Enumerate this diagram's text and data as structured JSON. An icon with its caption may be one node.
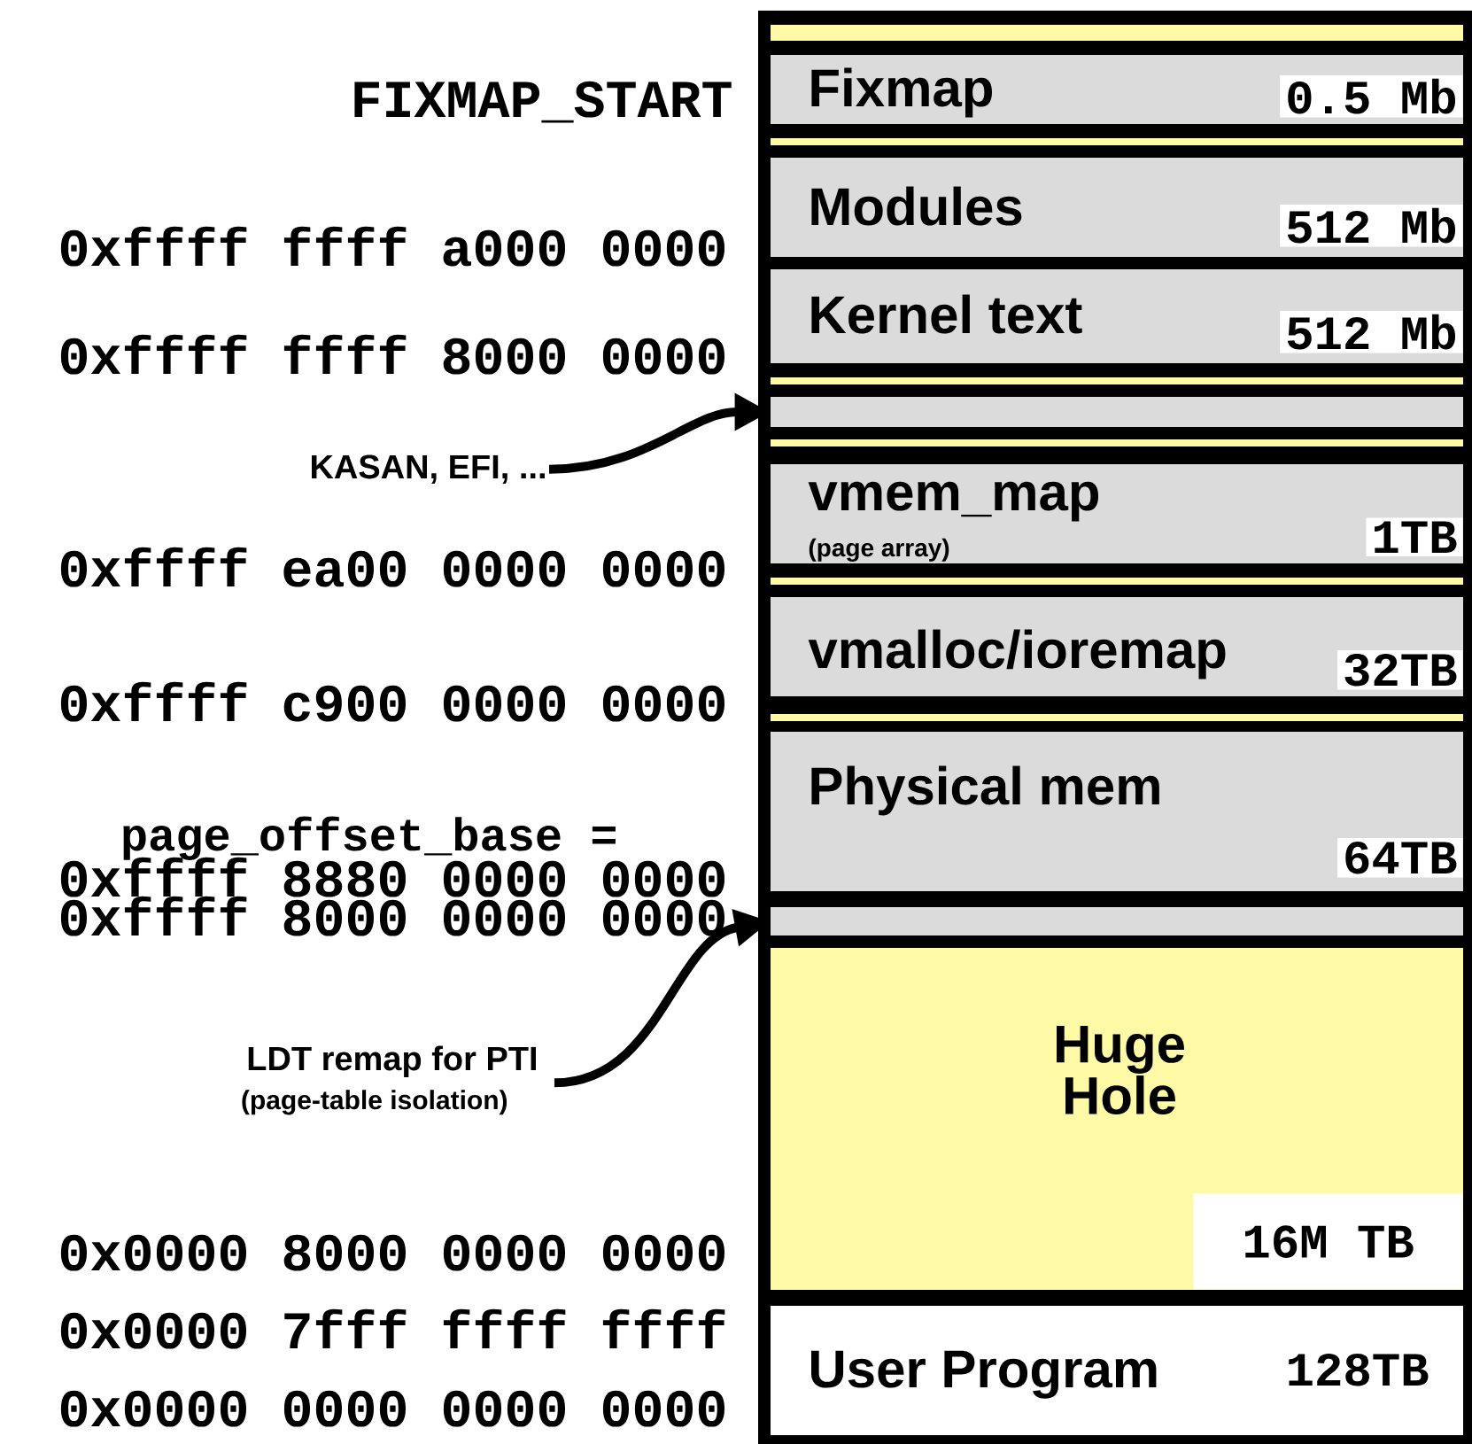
{
  "diagram": {
    "nodes": [
      {
        "text": [
          "Fixmap",
          "0.5 Mb"
        ]
      },
      {
        "text": [
          "Modules",
          "512 Mb"
        ]
      },
      {
        "text": [
          "Kernel text",
          "512 Mb"
        ]
      },
      {
        "text": [],
        "shape": "box"
      },
      {
        "text": [
          "vmem_map",
          "(page array)",
          "1TB"
        ]
      },
      {
        "text": [
          "vmalloc/ioremap",
          "32TB"
        ]
      },
      {
        "text": [
          "Physical mem",
          "64TB"
        ]
      },
      {
        "text": [],
        "shape": "box"
      },
      {
        "text": [
          "Huge Hole",
          "16M TB"
        ]
      },
      {
        "text": [
          "User Program",
          "128TB"
        ]
      },
      {
        "text": [
          "KASAN, EFI, ..."
        ]
      },
      {
        "text": [
          "LDT remap for PTI",
          "(page-table isolation)"
        ]
      }
    ],
    "edges": [
      {
        "from": 10,
        "to": 3,
        "arrow": "to"
      },
      {
        "from": 11,
        "to": 7,
        "arrow": "to"
      }
    ],
    "labels": [
      "FIXMAP_START",
      "0xffff ffff a000 0000",
      "0xffff ffff 8000 0000",
      "0xffff ea00 0000 0000",
      "0xffff c900 0000 0000",
      "page_offset_base =",
      "0xffff 8880 0000 0000",
      "0xffff 8000 0000 0000",
      "0x0000 8000 0000 0000",
      "0x0000 7fff ffff ffff",
      "0x0000 0000 0000 0000"
    ]
  }
}
